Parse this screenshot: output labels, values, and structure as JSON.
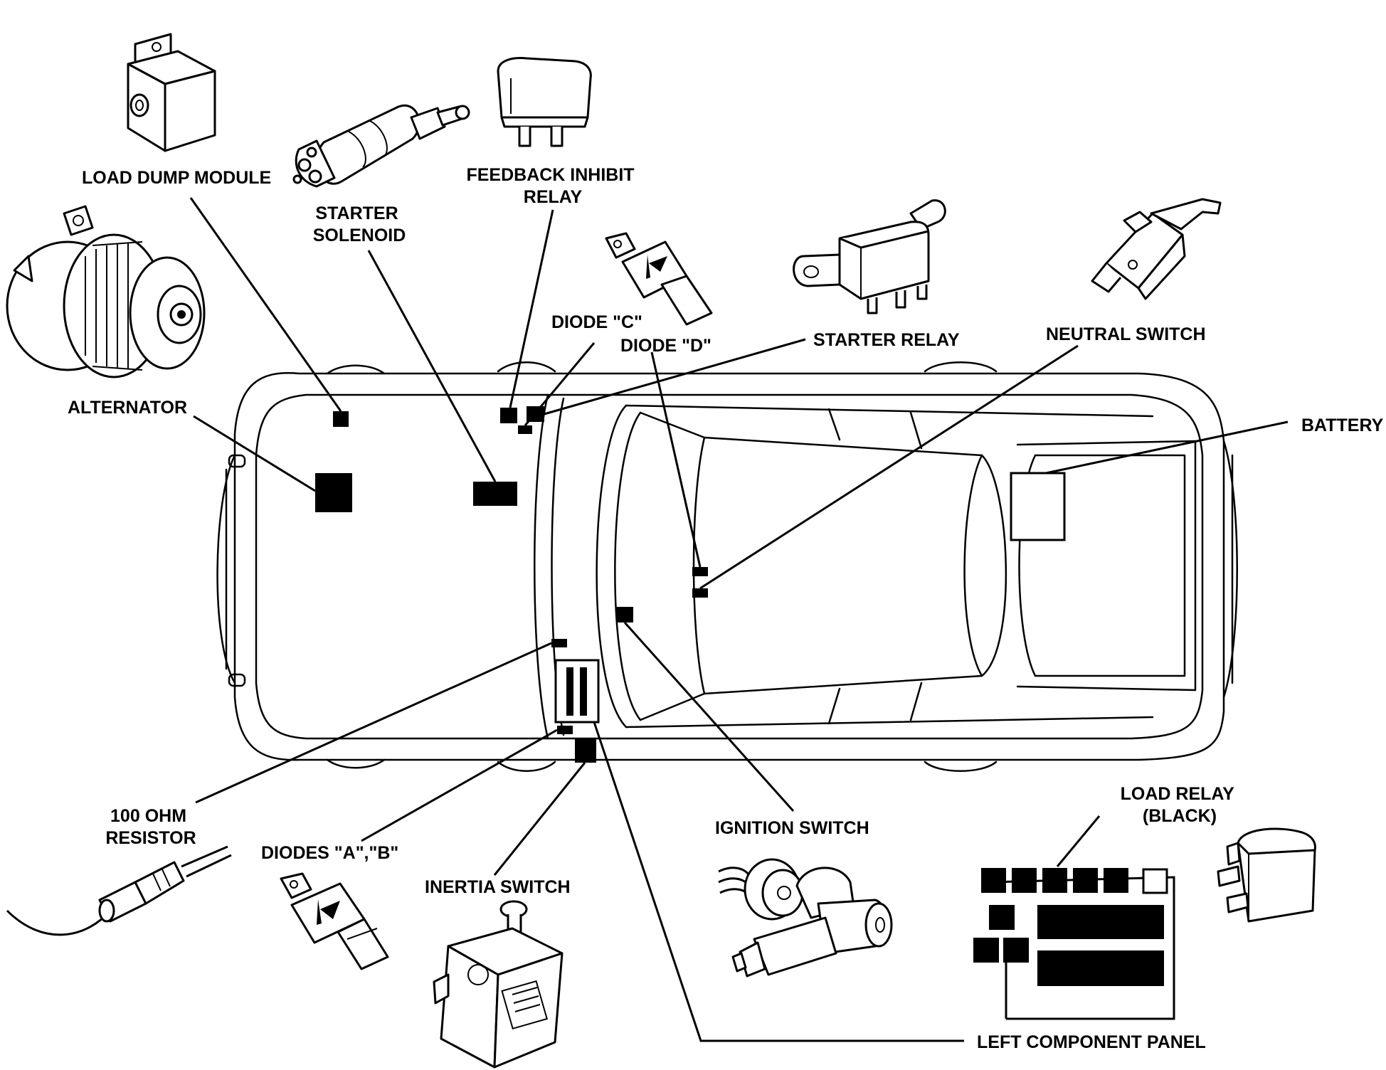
{
  "labels": {
    "load_dump_module": "LOAD DUMP MODULE",
    "starter_solenoid": [
      "STARTER",
      "SOLENOID"
    ],
    "feedback_inhibit_relay": [
      "FEEDBACK INHIBIT",
      "RELAY"
    ],
    "diode_c": "DIODE \"C\"",
    "diode_d": "DIODE \"D\"",
    "starter_relay": "STARTER RELAY",
    "neutral_switch": "NEUTRAL SWITCH",
    "alternator": "ALTERNATOR",
    "battery": "BATTERY",
    "resistor": [
      "100 OHM",
      "RESISTOR"
    ],
    "diodes_ab": "DIODES \"A\",\"B\"",
    "inertia_switch": "INERTIA SWITCH",
    "ignition_switch": "IGNITION SWITCH",
    "load_relay": [
      "LOAD RELAY",
      "(BLACK)"
    ],
    "left_component_panel": "LEFT COMPONENT PANEL"
  }
}
